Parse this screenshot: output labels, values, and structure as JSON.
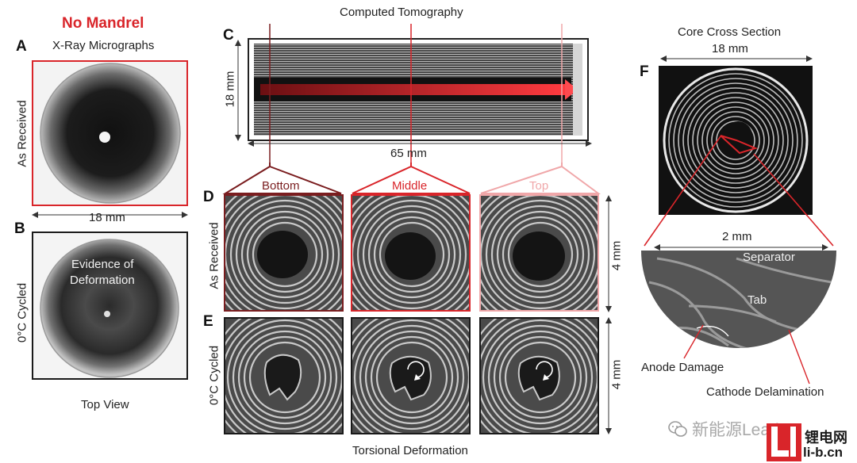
{
  "header": {
    "no_mandrel": "No Mandrel",
    "xray_title": "X-Ray Micrographs",
    "ct_title": "Computed Tomography",
    "core_title": "Core Cross Section"
  },
  "panels": {
    "A": "A",
    "B": "B",
    "C": "C",
    "D": "D",
    "E": "E",
    "F": "F"
  },
  "labels": {
    "as_received": "As Received",
    "cycled_0c": "0°C Cycled",
    "top_view": "Top View",
    "evidence": "Evidence of",
    "deformation": "Deformation",
    "torsional": "Torsional Deformation",
    "bottom": "Bottom",
    "middle": "Middle",
    "top": "Top",
    "separator": "Separator",
    "tab": "Tab",
    "anode_damage": "Anode Damage",
    "cathode_delam": "Cathode Delamination"
  },
  "dimensions": {
    "d18_b": "18 mm",
    "d18_c": "18 mm",
    "d65": "65 mm",
    "d18_f": "18 mm",
    "d2": "2 mm",
    "d4_d": "4 mm",
    "d4_e": "4 mm"
  },
  "watermark": {
    "wechat_text": "新能源Leader",
    "logo_cn": "锂电网",
    "logo_url": "li-b.cn"
  },
  "colors": {
    "accent_red": "#d9252a",
    "dark_red": "#7a1d1f",
    "light_red": "#f0a7a9"
  }
}
